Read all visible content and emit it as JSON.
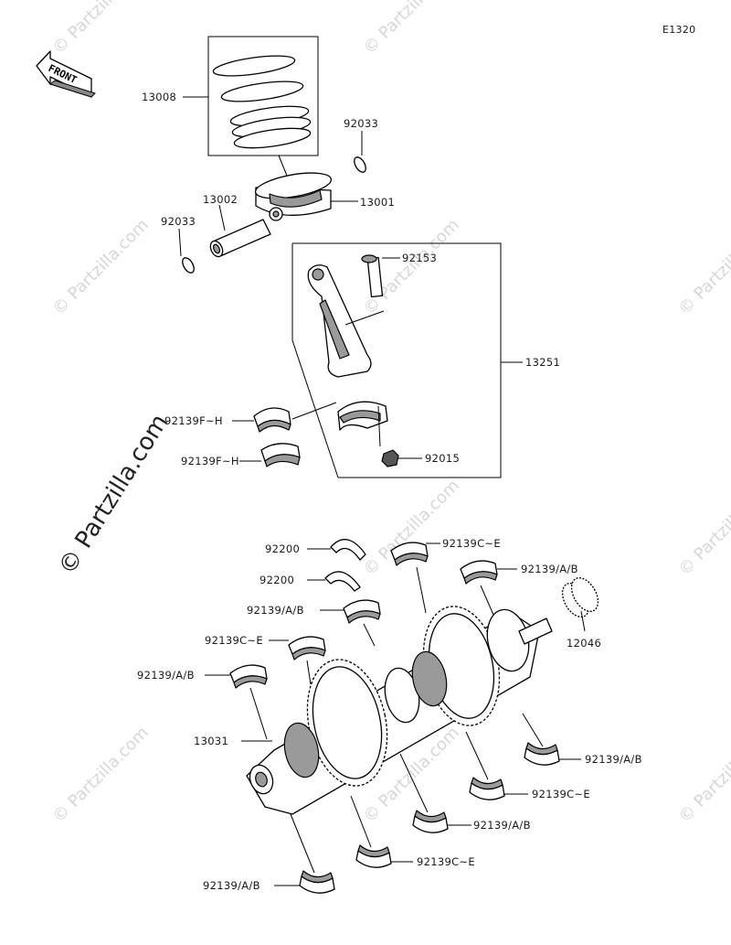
{
  "diagram_code": "E1320",
  "front_label": "FRONT",
  "watermark": "© Partzilla.com",
  "labels": {
    "p13008": "13008",
    "p92033a": "92033",
    "p13002": "13002",
    "p13001": "13001",
    "p92033b": "92033",
    "p92153": "92153",
    "p13251": "13251",
    "p92139FH_a": "92139F~H",
    "p92139FH_b": "92139F~H",
    "p92015": "92015",
    "p92200_a": "92200",
    "p92200_b": "92200",
    "p92139CE_top": "92139C~E",
    "p92139AB_top": "92139/A/B",
    "p92139AB_l1": "92139/A/B",
    "p92139CE_l": "92139C~E",
    "p92139AB_l2": "92139/A/B",
    "p12046": "12046",
    "p13031": "13031",
    "p92139AB_r1": "92139/A/B",
    "p92139CE_r": "92139C~E",
    "p92139AB_r2": "92139/A/B",
    "p92139CE_b": "92139C~E",
    "p92139AB_b": "92139/A/B"
  }
}
